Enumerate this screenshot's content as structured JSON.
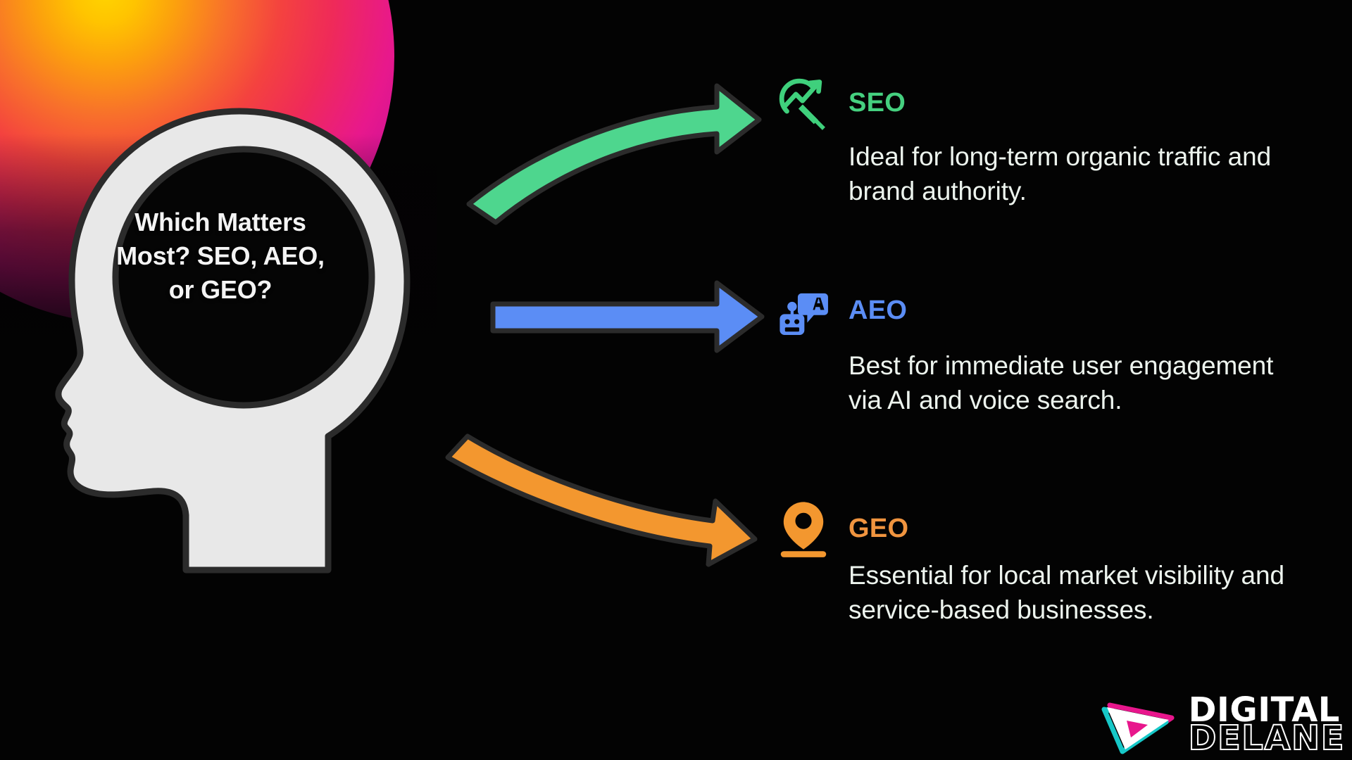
{
  "background": {
    "page_color": "#030303",
    "blob": {
      "name": "gradient-blob",
      "colors": [
        "#ffd400",
        "#f8702b",
        "#f4423f",
        "#e8188c",
        "#6d0a52"
      ]
    }
  },
  "head": {
    "fill_color": "#e8e8e8",
    "outline_color": "#2b2b2b",
    "question": "Which Matters Most? SEO, AEO, or GEO?"
  },
  "arrows": [
    {
      "name": "arrow-seo",
      "color": "#4ed68e",
      "outline": "#2b2b2b",
      "shape": "curved-up",
      "target": "SEO"
    },
    {
      "name": "arrow-aeo",
      "color": "#5b8df5",
      "outline": "#2b2b2b",
      "shape": "straight",
      "target": "AEO"
    },
    {
      "name": "arrow-geo",
      "color": "#f3972f",
      "outline": "#2b2b2b",
      "shape": "curved-down",
      "target": "GEO"
    }
  ],
  "items": [
    {
      "id": "seo",
      "icon": "magnifier-trending-up-icon",
      "title": "SEO",
      "color": "#45d07f",
      "description": "Ideal for long-term organic traffic and brand authority."
    },
    {
      "id": "aeo",
      "icon": "robot-answer-bubble-icon",
      "title": "AEO",
      "color": "#5b8df5",
      "description": "Best for immediate user engagement via AI and voice search."
    },
    {
      "id": "geo",
      "icon": "location-pin-icon",
      "title": "GEO",
      "color": "#f0943f",
      "description": "Essential for local market visibility and service-based businesses."
    }
  ],
  "brand": {
    "mark": "digital-delane-arrow-logo",
    "line1": "DIGITAL",
    "line2": "DELANE",
    "mark_colors": [
      "#ffffff",
      "#e8168c",
      "#17c8c8"
    ]
  }
}
